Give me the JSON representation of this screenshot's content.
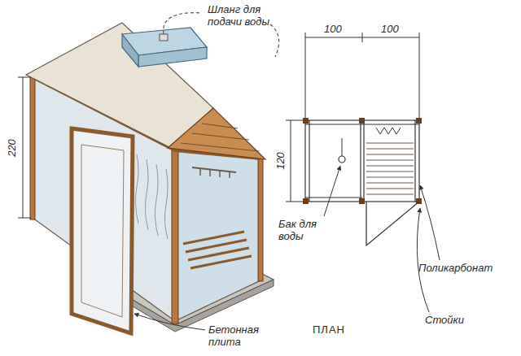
{
  "diagram": {
    "labels": [
      "Шланг для подачи воды",
      "220",
      "100",
      "100",
      "120",
      "Бак для воды",
      "Поликарбонат",
      "Стойки",
      "ПЛАН",
      "Бетонная плита"
    ]
  }
}
